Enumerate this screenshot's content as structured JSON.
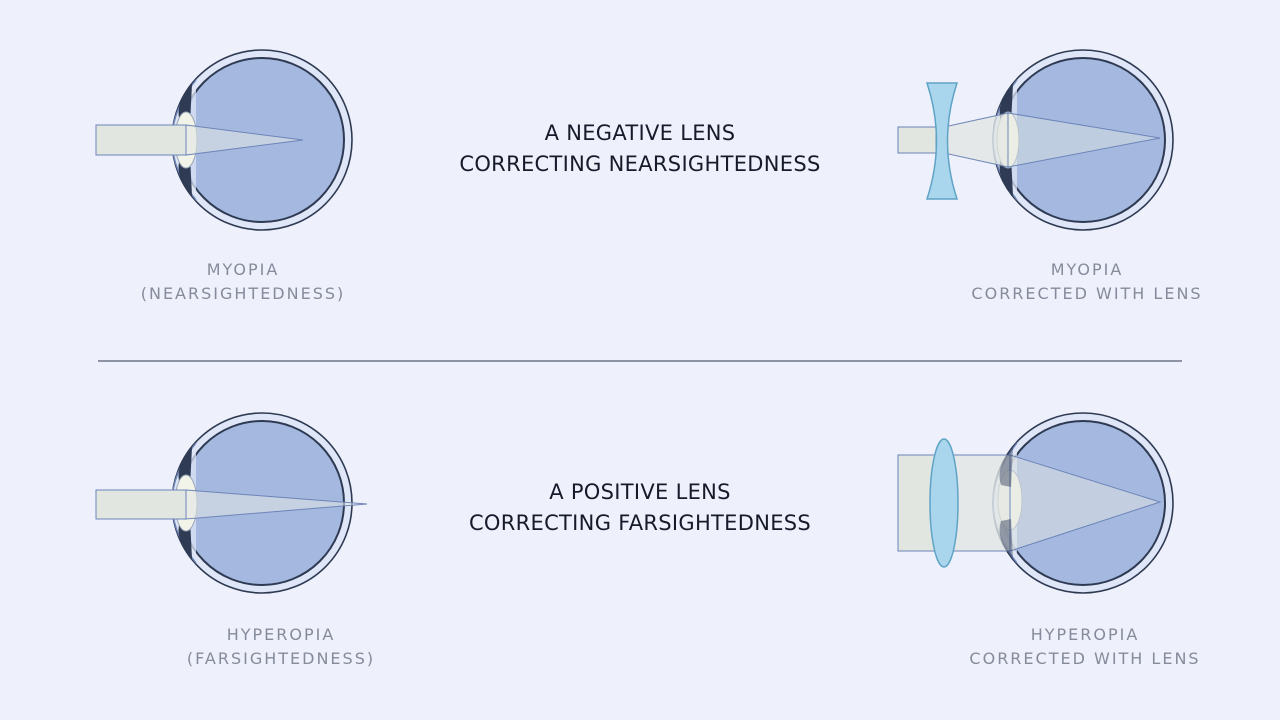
{
  "top": {
    "heading": {
      "line1": "A NEGATIVE LENS",
      "line2": "CORRECTING NEARSIGHTEDNESS"
    },
    "left_label": {
      "line1": "MYOPIA",
      "line2": "(NEARSIGHTEDNESS)"
    },
    "right_label": {
      "line1": "MYOPIA",
      "line2": "CORRECTED WITH LENS"
    }
  },
  "bottom": {
    "heading": {
      "line1": "A POSITIVE LENS",
      "line2": "CORRECTING FARSIGHTEDNESS"
    },
    "left_label": {
      "line1": "HYPEROPIA",
      "line2": "(FARSIGHTEDNESS)"
    },
    "right_label": {
      "line1": "HYPEROPIA",
      "line2": "CORRECTED WITH LENS"
    }
  },
  "colors": {
    "background": "#eef0fb",
    "eyeball": "#a4b8e0",
    "eye_outline": "#2e3a52",
    "sclera_ring": "#dfe6f8",
    "lens_glass": "#a9d6ec",
    "lens_outline": "#5fa3c6",
    "light_beam": "#e1e6e1",
    "divider": "#6f7586"
  }
}
